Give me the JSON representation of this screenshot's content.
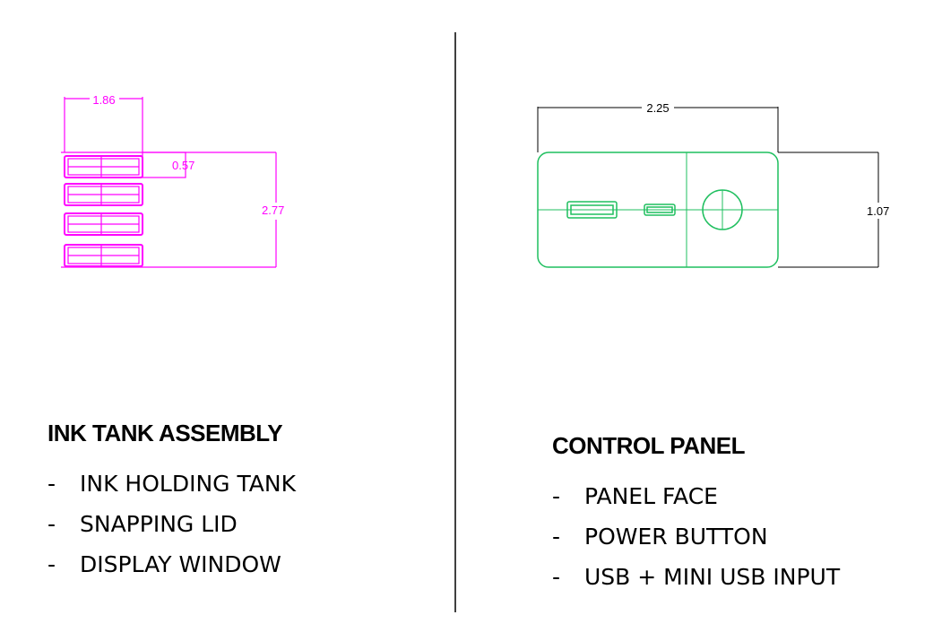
{
  "ink_tank": {
    "title": "INK TANK ASSEMBLY",
    "items": [
      "INK HOLDING TANK",
      "SNAPPING LID",
      "DISPLAY WINDOW"
    ],
    "dimensions": {
      "width": "1.86",
      "height": "2.77",
      "lid": "0.57"
    },
    "color": "#ff00ff"
  },
  "control_panel": {
    "title": "CONTROL PANEL",
    "items": [
      "PANEL FACE",
      "POWER BUTTON",
      "USB + MINI USB INPUT"
    ],
    "dimensions": {
      "width": "2.25",
      "height": "1.07"
    },
    "color": "#1fbf5f"
  },
  "bullet_marker": "-"
}
